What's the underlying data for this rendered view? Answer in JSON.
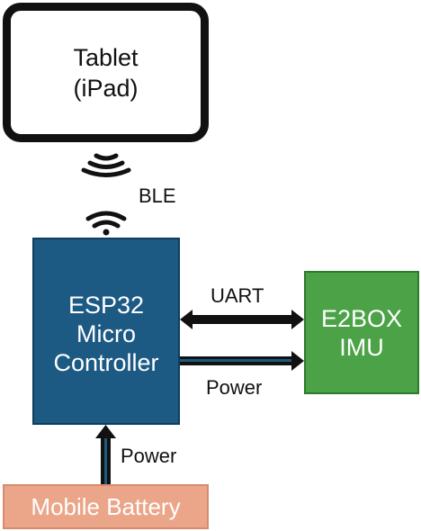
{
  "nodes": {
    "tablet": {
      "line1": "Tablet",
      "line2": "(iPad)"
    },
    "esp32": {
      "line1": "ESP32",
      "line2": "Micro",
      "line3": "Controller"
    },
    "imu": {
      "line1": "E2BOX",
      "line2": "IMU"
    },
    "battery": {
      "label": "Mobile Battery"
    }
  },
  "edges": {
    "ble": "BLE",
    "uart": "UART",
    "power_imu": "Power",
    "power_battery": "Power"
  },
  "colors": {
    "esp32": "#1c5a84",
    "imu": "#4ba247",
    "battery": "#eba588",
    "tablet_border": "#111111",
    "arrow": "#111111"
  }
}
